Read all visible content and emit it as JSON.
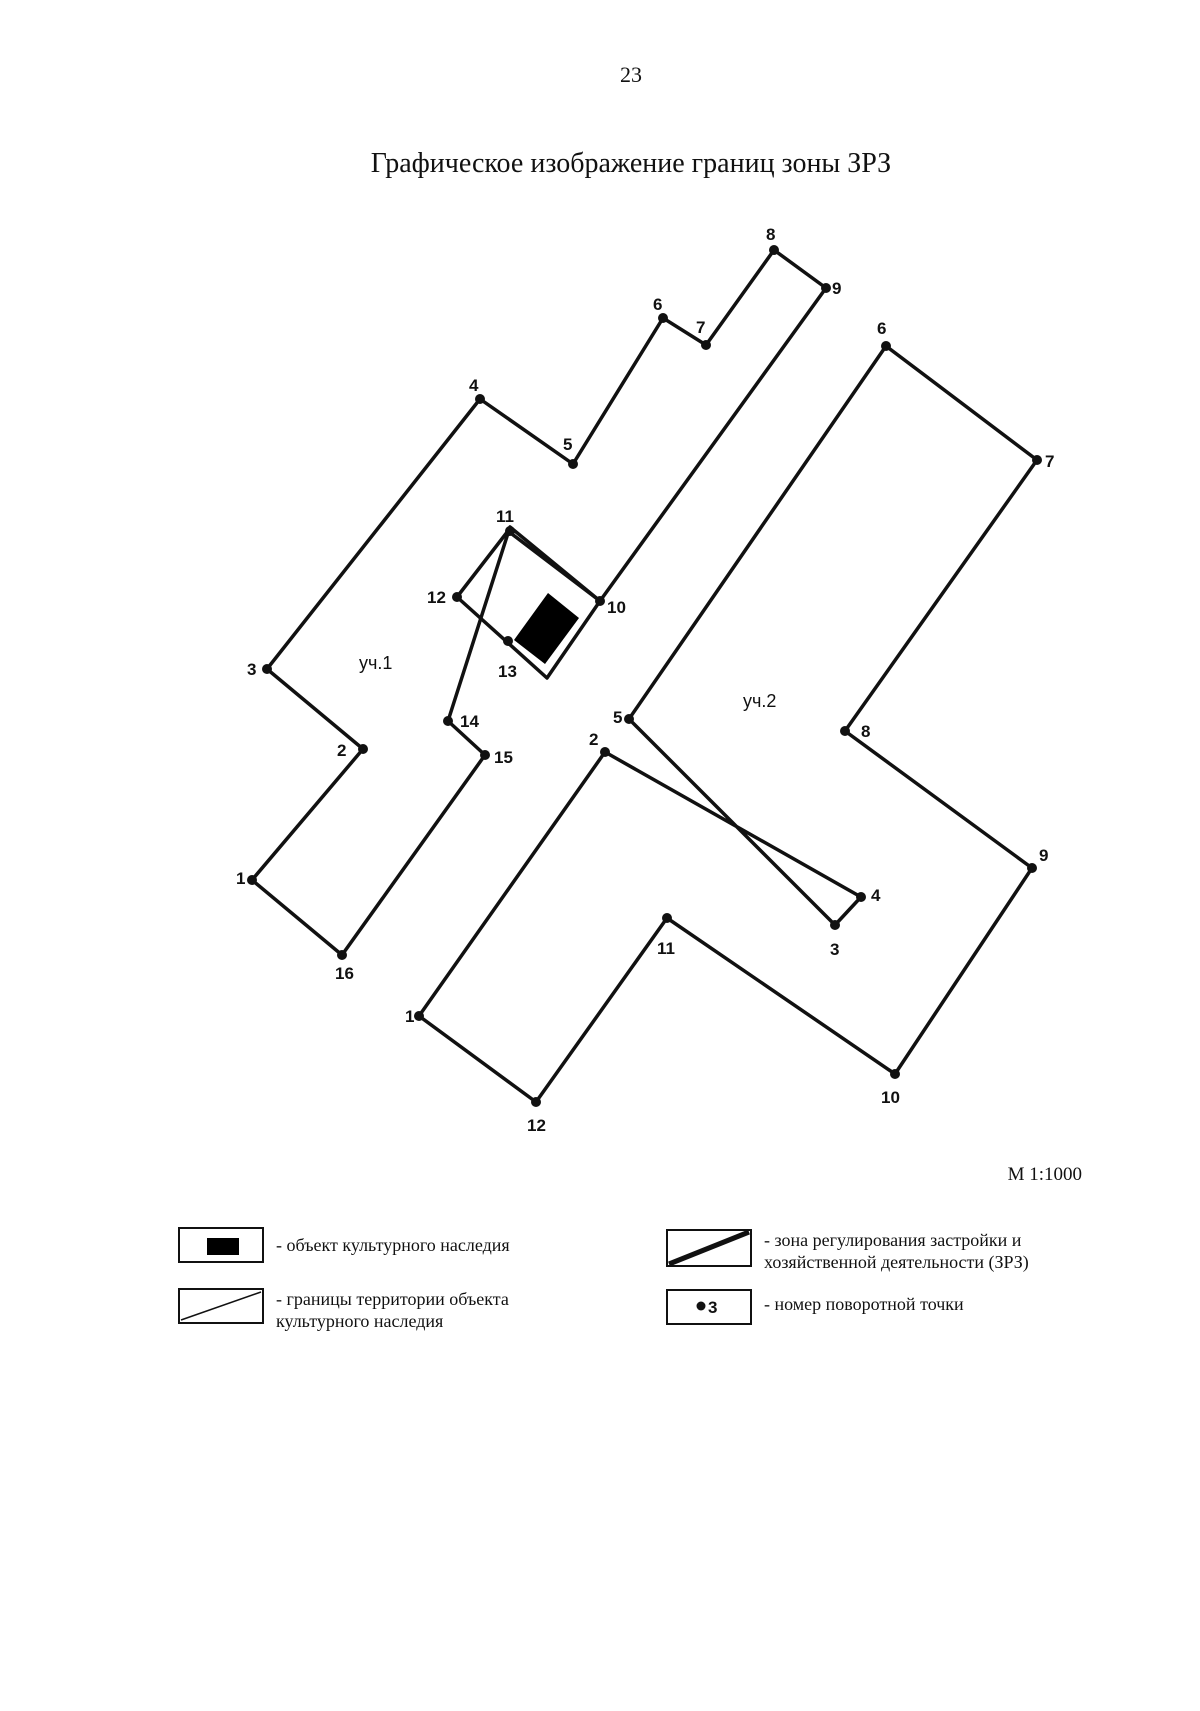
{
  "page_number": "23",
  "title": "Графическое изображение границ зоны ЗРЗ",
  "zones": {
    "zone1": {
      "label": "уч.1",
      "points": [
        "1",
        "2",
        "3",
        "4",
        "5",
        "6",
        "7",
        "8",
        "9",
        "10",
        "11",
        "12",
        "13",
        "14",
        "15",
        "16"
      ]
    },
    "zone2": {
      "label": "уч.2",
      "points": [
        "1",
        "2",
        "3",
        "4",
        "5",
        "6",
        "7",
        "8",
        "9",
        "10",
        "11",
        "12"
      ]
    }
  },
  "scale": "М 1:1000",
  "legend": {
    "heritage_object": "- объект культурного наследия",
    "heritage_territory": "- границы территории объекта культурного наследия",
    "zrz_zone": "- зона регулирования застройки и хозяйственной деятельности (ЗРЗ)",
    "turning_point": "- номер поворотной точки",
    "turning_point_sample": "3"
  },
  "colors": {
    "ink": "#111111",
    "object_fill": "#000000"
  }
}
